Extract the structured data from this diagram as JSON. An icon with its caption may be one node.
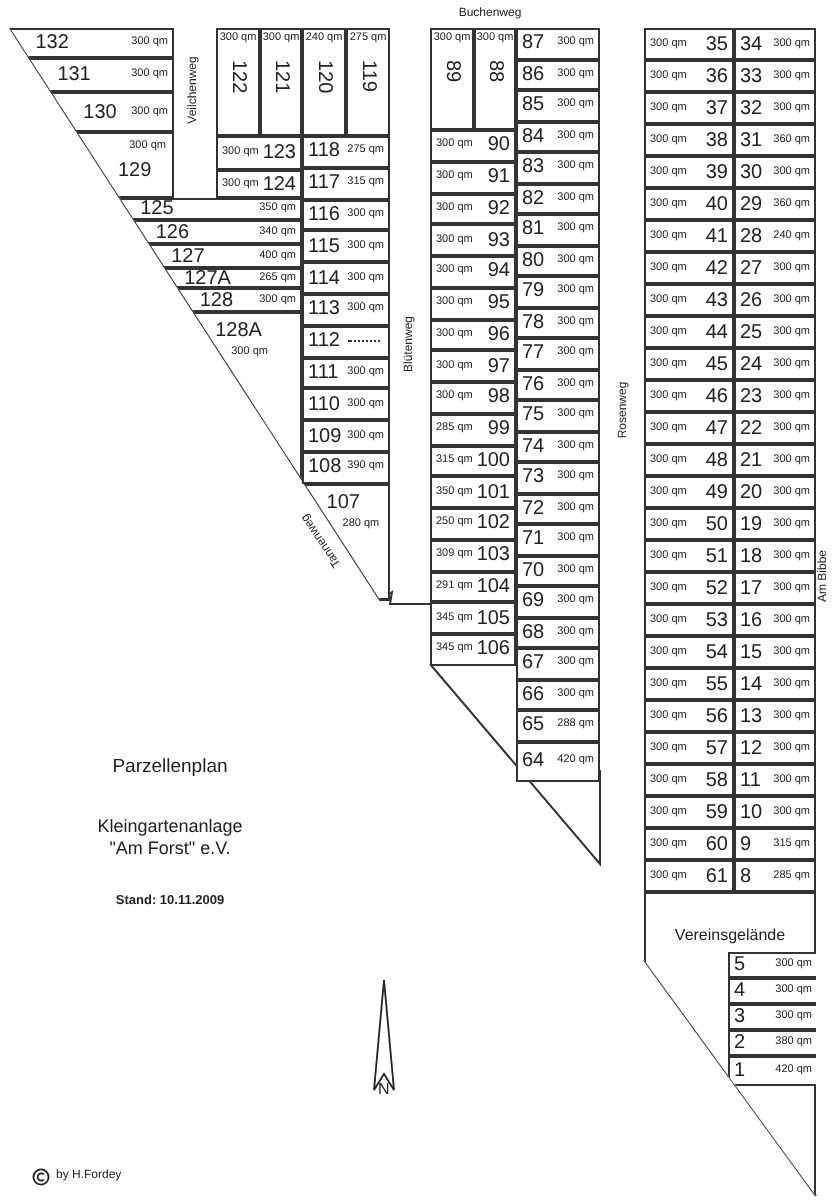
{
  "diagram": {
    "title": "Parzellenplan",
    "nodes": [
      {
        "text": [
          "132",
          "300 qm"
        ]
      },
      {
        "text": [
          "131",
          "300 qm"
        ]
      },
      {
        "text": [
          "130",
          "300 qm"
        ]
      },
      {
        "text": [
          "300 qm",
          "129"
        ]
      },
      {
        "text": [
          "300 qm",
          "122"
        ]
      },
      {
        "text": [
          "300 qm",
          "121"
        ]
      },
      {
        "text": [
          "240 qm",
          "120"
        ]
      },
      {
        "text": [
          "275 qm",
          "119"
        ]
      },
      {
        "text": [
          "300 qm",
          "123"
        ]
      },
      {
        "text": [
          "300 qm",
          "124"
        ]
      },
      {
        "text": [
          "118",
          "275 qm"
        ]
      },
      {
        "text": [
          "117",
          "315 qm"
        ]
      },
      {
        "text": [
          "116",
          "300 qm"
        ]
      },
      {
        "text": [
          "115",
          "300 qm"
        ]
      },
      {
        "text": [
          "114",
          "300 qm"
        ]
      },
      {
        "text": [
          "113",
          "300 qm"
        ]
      },
      {
        "text": [
          "112"
        ]
      },
      {
        "text": [
          "111",
          "300 qm"
        ]
      },
      {
        "text": [
          "110",
          "300 qm"
        ]
      },
      {
        "text": [
          "109",
          "300 qm"
        ]
      },
      {
        "text": [
          "108",
          "390 qm"
        ]
      },
      {
        "text": [
          "107",
          "280 qm"
        ]
      },
      {
        "text": [
          "125",
          "350 qm"
        ]
      },
      {
        "text": [
          "126",
          "340 qm"
        ]
      },
      {
        "text": [
          "127",
          "400 qm"
        ]
      },
      {
        "text": [
          "127A",
          "265 qm"
        ]
      },
      {
        "text": [
          "128",
          "300 qm"
        ]
      },
      {
        "text": [
          "128A",
          "300 qm"
        ]
      },
      {
        "text": [
          "300 qm",
          "89"
        ]
      },
      {
        "text": [
          "300 qm",
          "88"
        ]
      },
      {
        "text": [
          "300 qm",
          "90"
        ]
      },
      {
        "text": [
          "300 qm",
          "91"
        ]
      },
      {
        "text": [
          "300 qm",
          "92"
        ]
      },
      {
        "text": [
          "300 qm",
          "93"
        ]
      },
      {
        "text": [
          "300 qm",
          "94"
        ]
      },
      {
        "text": [
          "300 qm",
          "95"
        ]
      },
      {
        "text": [
          "300 qm",
          "96"
        ]
      },
      {
        "text": [
          "300 qm",
          "97"
        ]
      },
      {
        "text": [
          "300 qm",
          "98"
        ]
      },
      {
        "text": [
          "285 qm",
          "99"
        ]
      },
      {
        "text": [
          "315 qm",
          "100"
        ]
      },
      {
        "text": [
          "350 qm",
          "101"
        ]
      },
      {
        "text": [
          "250 qm",
          "102"
        ]
      },
      {
        "text": [
          "309 qm",
          "103"
        ]
      },
      {
        "text": [
          "291 qm",
          "104"
        ]
      },
      {
        "text": [
          "345 qm",
          "105"
        ]
      },
      {
        "text": [
          "345 qm",
          "106"
        ]
      },
      {
        "text": [
          "87",
          "300 qm"
        ]
      },
      {
        "text": [
          "86",
          "300 qm"
        ]
      },
      {
        "text": [
          "85",
          "300 qm"
        ]
      },
      {
        "text": [
          "84",
          "300 qm"
        ]
      },
      {
        "text": [
          "83",
          "300 qm"
        ]
      },
      {
        "text": [
          "82",
          "300 qm"
        ]
      },
      {
        "text": [
          "81",
          "300 qm"
        ]
      },
      {
        "text": [
          "80",
          "300 qm"
        ]
      },
      {
        "text": [
          "79",
          "300 qm"
        ]
      },
      {
        "text": [
          "78",
          "300 qm"
        ]
      },
      {
        "text": [
          "77",
          "300 qm"
        ]
      },
      {
        "text": [
          "76",
          "300 qm"
        ]
      },
      {
        "text": [
          "75",
          "300 qm"
        ]
      },
      {
        "text": [
          "74",
          "300 qm"
        ]
      },
      {
        "text": [
          "73",
          "300 qm"
        ]
      },
      {
        "text": [
          "72",
          "300 qm"
        ]
      },
      {
        "text": [
          "71",
          "300 qm"
        ]
      },
      {
        "text": [
          "70",
          "300 qm"
        ]
      },
      {
        "text": [
          "69",
          "300 qm"
        ]
      },
      {
        "text": [
          "68",
          "300 qm"
        ]
      },
      {
        "text": [
          "67",
          "300 qm"
        ]
      },
      {
        "text": [
          "66",
          "300 qm"
        ]
      },
      {
        "text": [
          "65",
          "288 qm"
        ]
      },
      {
        "text": [
          "64",
          "420 qm"
        ]
      },
      {
        "text": [
          "300 qm",
          "35"
        ]
      },
      {
        "text": [
          "300 qm",
          "36"
        ]
      },
      {
        "text": [
          "300 qm",
          "37"
        ]
      },
      {
        "text": [
          "300 qm",
          "38"
        ]
      },
      {
        "text": [
          "300 qm",
          "39"
        ]
      },
      {
        "text": [
          "300 qm",
          "40"
        ]
      },
      {
        "text": [
          "300 qm",
          "41"
        ]
      },
      {
        "text": [
          "300 qm",
          "42"
        ]
      },
      {
        "text": [
          "300 qm",
          "43"
        ]
      },
      {
        "text": [
          "300 qm",
          "44"
        ]
      },
      {
        "text": [
          "300 qm",
          "45"
        ]
      },
      {
        "text": [
          "300 qm",
          "46"
        ]
      },
      {
        "text": [
          "300 qm",
          "47"
        ]
      },
      {
        "text": [
          "300 qm",
          "48"
        ]
      },
      {
        "text": [
          "300 qm",
          "49"
        ]
      },
      {
        "text": [
          "300 qm",
          "50"
        ]
      },
      {
        "text": [
          "300 qm",
          "51"
        ]
      },
      {
        "text": [
          "300 qm",
          "52"
        ]
      },
      {
        "text": [
          "300 qm",
          "53"
        ]
      },
      {
        "text": [
          "300 qm",
          "54"
        ]
      },
      {
        "text": [
          "300 qm",
          "55"
        ]
      },
      {
        "text": [
          "300 qm",
          "56"
        ]
      },
      {
        "text": [
          "300 qm",
          "57"
        ]
      },
      {
        "text": [
          "300 qm",
          "58"
        ]
      },
      {
        "text": [
          "300 qm",
          "59"
        ]
      },
      {
        "text": [
          "300 qm",
          "60"
        ]
      },
      {
        "text": [
          "300 qm",
          "61"
        ]
      },
      {
        "text": [
          "34",
          "300 qm"
        ]
      },
      {
        "text": [
          "33",
          "300 qm"
        ]
      },
      {
        "text": [
          "32",
          "300 qm"
        ]
      },
      {
        "text": [
          "31",
          "360 qm"
        ]
      },
      {
        "text": [
          "30",
          "300 qm"
        ]
      },
      {
        "text": [
          "29",
          "360 qm"
        ]
      },
      {
        "text": [
          "28",
          "240 qm"
        ]
      },
      {
        "text": [
          "27",
          "300 qm"
        ]
      },
      {
        "text": [
          "26",
          "300 qm"
        ]
      },
      {
        "text": [
          "25",
          "300 qm"
        ]
      },
      {
        "text": [
          "24",
          "300 qm"
        ]
      },
      {
        "text": [
          "23",
          "300 qm"
        ]
      },
      {
        "text": [
          "22",
          "300 qm"
        ]
      },
      {
        "text": [
          "21",
          "300 qm"
        ]
      },
      {
        "text": [
          "20",
          "300 qm"
        ]
      },
      {
        "text": [
          "19",
          "300 qm"
        ]
      },
      {
        "text": [
          "18",
          "300 qm"
        ]
      },
      {
        "text": [
          "17",
          "300 qm"
        ]
      },
      {
        "text": [
          "16",
          "300 qm"
        ]
      },
      {
        "text": [
          "15",
          "300 qm"
        ]
      },
      {
        "text": [
          "14",
          "300 qm"
        ]
      },
      {
        "text": [
          "13",
          "300 qm"
        ]
      },
      {
        "text": [
          "12",
          "300 qm"
        ]
      },
      {
        "text": [
          "11",
          "300 qm"
        ]
      },
      {
        "text": [
          "10",
          "300 qm"
        ]
      },
      {
        "text": [
          "9",
          "315 qm"
        ]
      },
      {
        "text": [
          "8",
          "285 qm"
        ]
      },
      {
        "text": [
          "Vereinsgelände"
        ]
      },
      {
        "text": [
          "5",
          "300 qm"
        ],
        "in": 125
      },
      {
        "text": [
          "4",
          "300 qm"
        ],
        "in": 125
      },
      {
        "text": [
          "3",
          "300 qm"
        ],
        "in": 125
      },
      {
        "text": [
          "2",
          "380 qm"
        ],
        "in": 125
      },
      {
        "text": [
          "1",
          "420 qm"
        ],
        "in": 125
      }
    ],
    "labels": [
      "Buchenweg",
      "Veilchenweg",
      "Blütenweg",
      "Rosenweg",
      "Am Bibbe",
      "Tannenweg",
      "Kleingartenanlage \"Am Forst\" e.V.",
      "Stand: 10.11.2009",
      "N",
      "by H.Fordey"
    ]
  }
}
